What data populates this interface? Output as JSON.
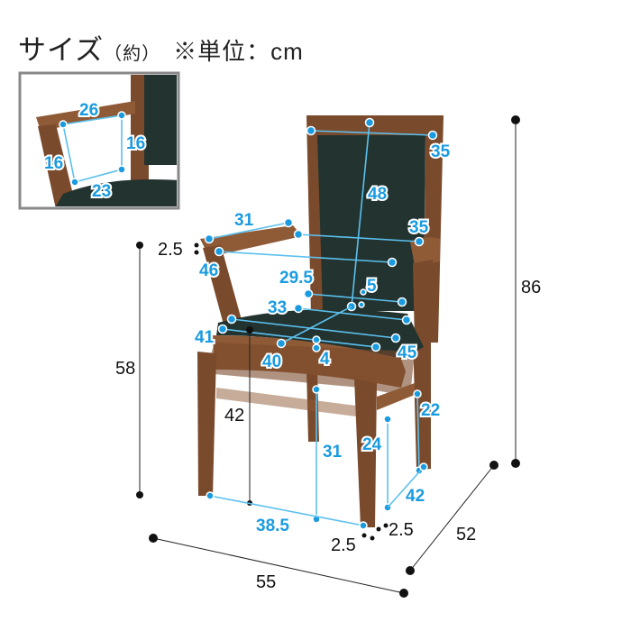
{
  "header": {
    "title": "サイズ",
    "approx": "（約）",
    "unit_note": "※単位：cm"
  },
  "inset": {
    "armrest_top": "26",
    "armrest_left": "16",
    "armrest_right": "16",
    "armrest_bottom": "23"
  },
  "dimensions": {
    "back_top_width": "35",
    "back_height": "48",
    "arm_length": "31",
    "back_width": "35",
    "arm_thickness": "2.5",
    "inner_width_arms": "46",
    "seat_back_width": "29.5",
    "seat_back_gap": "5",
    "seat_rear_width": "33",
    "seat_front_width": "41",
    "seat_depth": "40",
    "seat_thickness": "4",
    "seat_width": "45",
    "seat_height": "42",
    "stretcher_height": "22",
    "side_stretcher_height": "24",
    "front_stretcher_height": "31",
    "leg_depth": "42",
    "leg_width": "38.5",
    "leg_thickness_a": "2.5",
    "leg_thickness_b": "2.5",
    "arm_height": "58",
    "total_height": "86",
    "total_depth": "52",
    "total_width": "55"
  },
  "colors": {
    "accent": "#1a9be0",
    "wood": "#7a4a2c",
    "upholstery": "#223330"
  }
}
